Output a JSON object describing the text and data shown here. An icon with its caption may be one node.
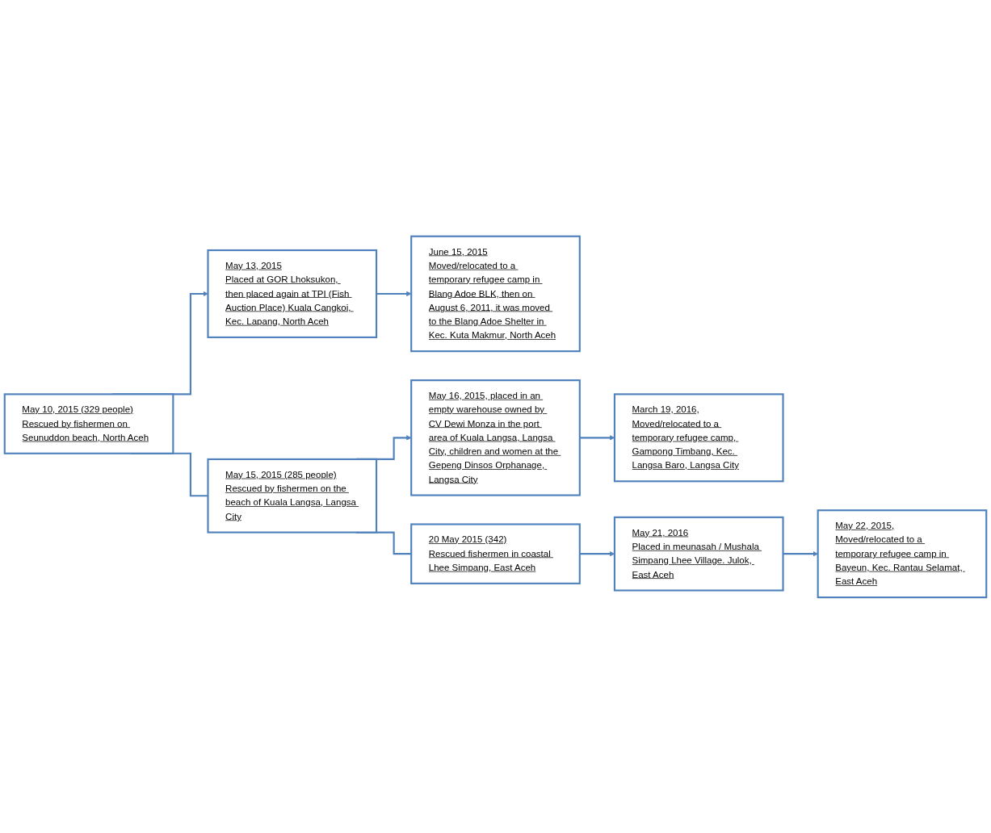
{
  "diagram": {
    "nodes": [
      {
        "text": [
          "May 10, 2015 (329 people)",
          "Rescued by fishermen on Seunuddon beach, North Aceh"
        ]
      },
      {
        "text": [
          "May 13, 2015",
          "Placed at GOR Lhoksukon, then placed again at TPI (Fish Auction Place) Kuala Cangkoi, Kec. Lapang, North Aceh"
        ]
      },
      {
        "text": [
          "June 15, 2015",
          "Moved/relocated to a temporary refugee camp in Blang Adoe BLK, then on August 6, 2011, it was moved to the Blang Adoe Shelter in Kec. Kuta Makmur, North Aceh"
        ]
      },
      {
        "text": [
          "May 15, 2015 (285 people)",
          "Rescued by fishermen on the beach of Kuala Langsa, Langsa City"
        ]
      },
      {
        "text": [
          "May 16, 2015, placed in an empty warehouse owned by CV Dewi Monza in the port area of Kuala Langsa, Langsa City, children and women at the Gepeng Dinsos Orphanage, Langsa City"
        ]
      },
      {
        "text": [
          "March 19, 2016,",
          "Moved/relocated to a temporary refugee camp, Gampong Timbang, Kec. Langsa Baro, Langsa City"
        ]
      },
      {
        "text": [
          "20 May 2015 (342)",
          "Rescued fishermen in coastal Lhee Simpang, East Aceh"
        ]
      },
      {
        "text": [
          "May 21, 2016",
          "Placed in meunasah / Mushala Simpang Lhee Village. Julok, East Aceh"
        ]
      },
      {
        "text": [
          "May 22, 2015,",
          "Moved/relocated to a temporary refugee camp in Bayeun, Kec. Rantau Selamat, East Aceh"
        ]
      }
    ],
    "edges": [
      {
        "from": 0,
        "to": 1,
        "arrow": "to"
      },
      {
        "from": 1,
        "to": 2,
        "arrow": "to"
      },
      {
        "from": 0,
        "to": 3,
        "arrow": "none"
      },
      {
        "from": 3,
        "to": 4,
        "arrow": "to"
      },
      {
        "from": 4,
        "to": 5,
        "arrow": "to"
      },
      {
        "from": 3,
        "to": 6,
        "arrow": "none"
      },
      {
        "from": 6,
        "to": 7,
        "arrow": "to"
      },
      {
        "from": 7,
        "to": 8,
        "arrow": "to"
      }
    ]
  }
}
